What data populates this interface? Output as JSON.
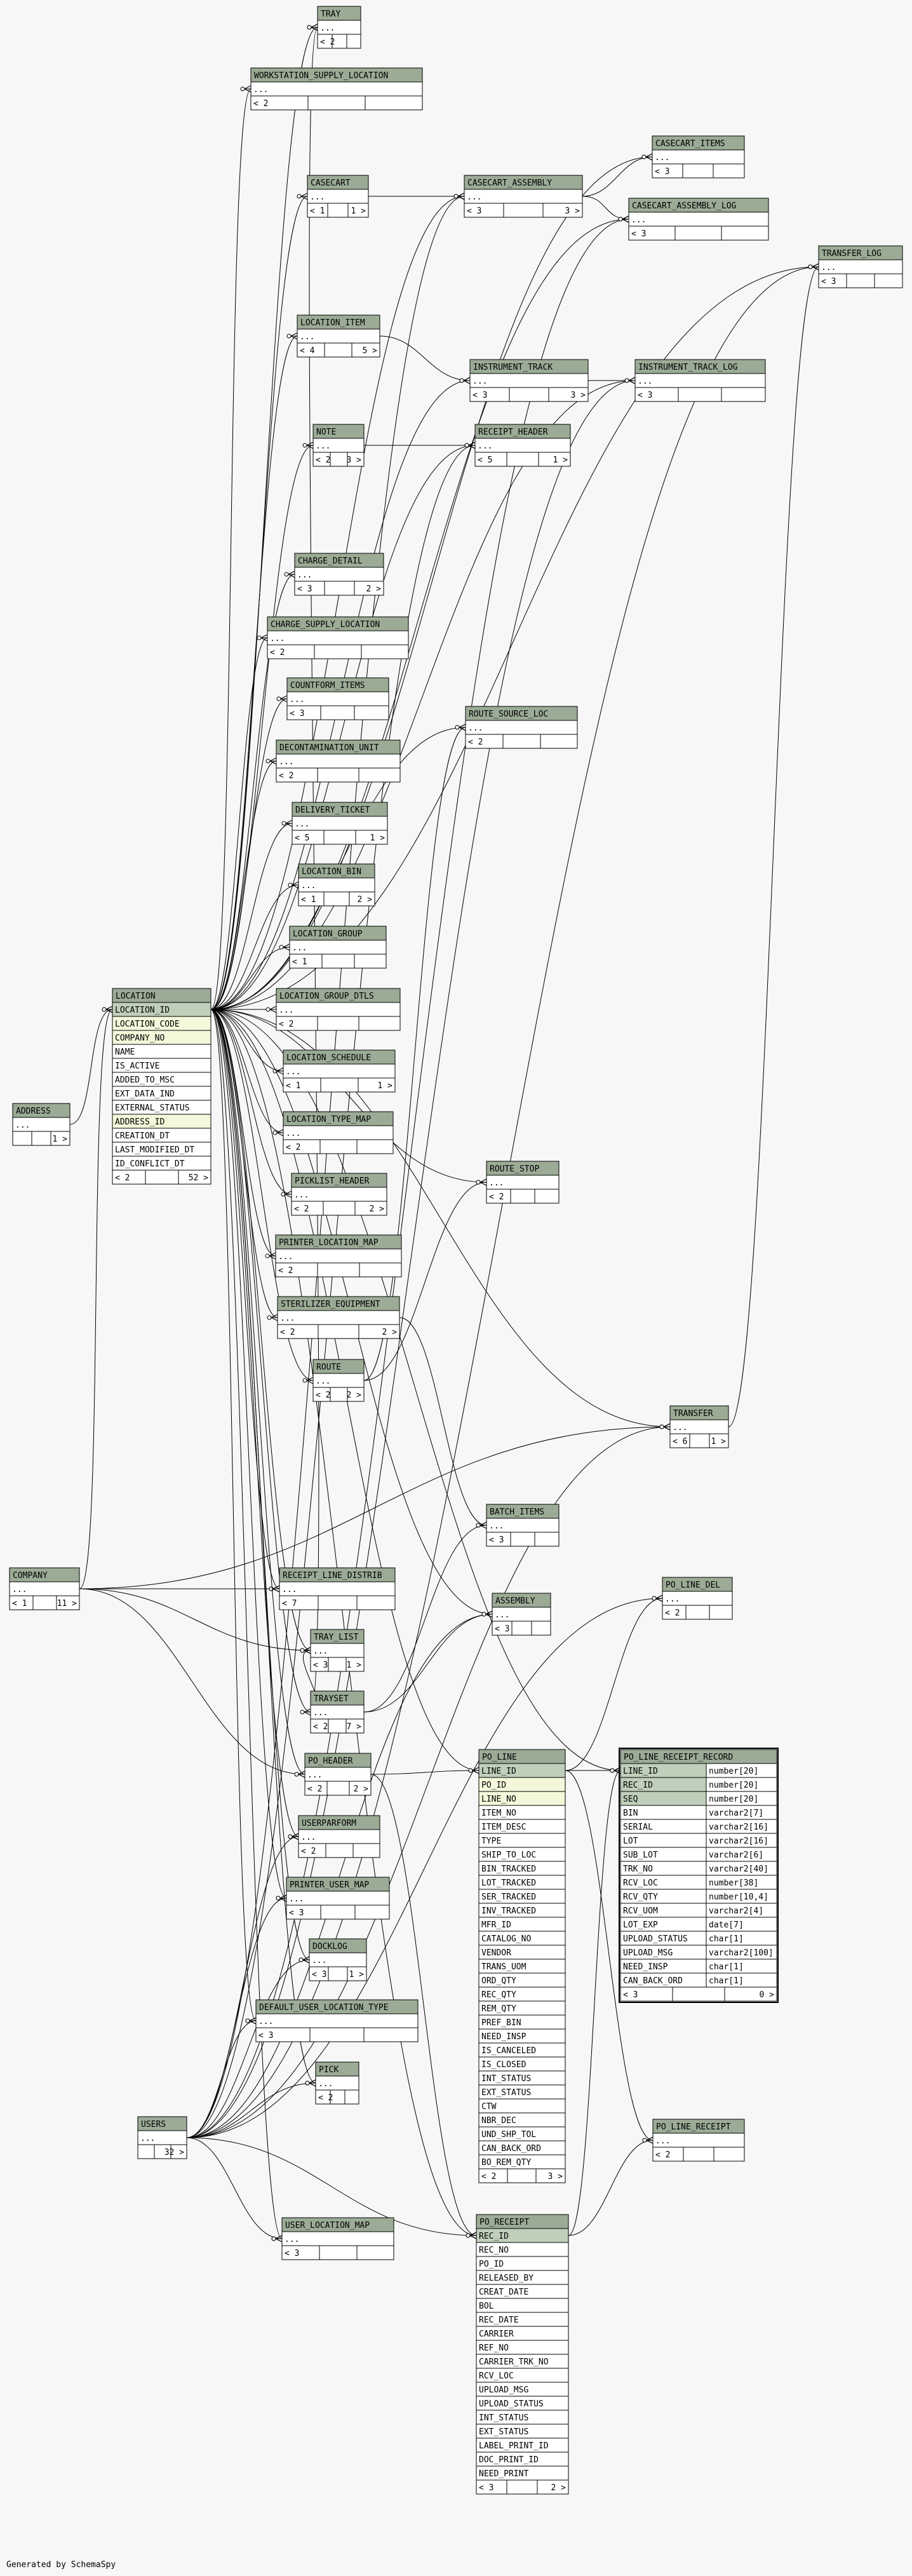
{
  "footer": "Generated by SchemaSpy",
  "colors": {
    "header": "#9bab96",
    "key_row": "#bfcfba",
    "index_row": "#f4f7da",
    "background": "#f7f7f7"
  },
  "tables": [
    {
      "id": "TRAY",
      "name": "TRAY",
      "columns": [
        "..."
      ],
      "parents": "< 2",
      "children": ""
    },
    {
      "id": "WORKSTATION_SUPPLY_LOCATION",
      "name": "WORKSTATION_SUPPLY_LOCATION",
      "columns": [
        "..."
      ],
      "parents": "< 2",
      "children": ""
    },
    {
      "id": "CASECART_ITEMS",
      "name": "CASECART_ITEMS",
      "columns": [
        "..."
      ],
      "parents": "< 3",
      "children": ""
    },
    {
      "id": "CASECART",
      "name": "CASECART",
      "columns": [
        "..."
      ],
      "parents": "< 1",
      "children": "1 >"
    },
    {
      "id": "CASECART_ASSEMBLY",
      "name": "CASECART_ASSEMBLY",
      "columns": [
        "..."
      ],
      "parents": "< 3",
      "children": "3 >"
    },
    {
      "id": "CASECART_ASSEMBLY_LOG",
      "name": "CASECART_ASSEMBLY_LOG",
      "columns": [
        "..."
      ],
      "parents": "< 3",
      "children": ""
    },
    {
      "id": "TRANSFER_LOG",
      "name": "TRANSFER_LOG",
      "columns": [
        "..."
      ],
      "parents": "< 3",
      "children": ""
    },
    {
      "id": "LOCATION_ITEM",
      "name": "LOCATION_ITEM",
      "columns": [
        "..."
      ],
      "parents": "< 4",
      "children": "5 >"
    },
    {
      "id": "INSTRUMENT_TRACK",
      "name": "INSTRUMENT_TRACK",
      "columns": [
        "..."
      ],
      "parents": "< 3",
      "children": "3 >"
    },
    {
      "id": "INSTRUMENT_TRACK_LOG",
      "name": "INSTRUMENT_TRACK_LOG",
      "columns": [
        "..."
      ],
      "parents": "< 3",
      "children": ""
    },
    {
      "id": "NOTE",
      "name": "NOTE",
      "columns": [
        "..."
      ],
      "parents": "< 2",
      "children": "3 >"
    },
    {
      "id": "RECEIPT_HEADER",
      "name": "RECEIPT_HEADER",
      "columns": [
        "..."
      ],
      "parents": "< 5",
      "children": "1 >"
    },
    {
      "id": "CHARGE_DETAIL",
      "name": "CHARGE_DETAIL",
      "columns": [
        "..."
      ],
      "parents": "< 3",
      "children": "2 >"
    },
    {
      "id": "CHARGE_SUPPLY_LOCATION",
      "name": "CHARGE_SUPPLY_LOCATION",
      "columns": [
        "..."
      ],
      "parents": "< 2",
      "children": ""
    },
    {
      "id": "COUNTFORM_ITEMS",
      "name": "COUNTFORM_ITEMS",
      "columns": [
        "..."
      ],
      "parents": "< 3",
      "children": ""
    },
    {
      "id": "ROUTE_SOURCE_LOC",
      "name": "ROUTE_SOURCE_LOC",
      "columns": [
        "..."
      ],
      "parents": "< 2",
      "children": ""
    },
    {
      "id": "DECONTAMINATION_UNIT",
      "name": "DECONTAMINATION_UNIT",
      "columns": [
        "..."
      ],
      "parents": "< 2",
      "children": ""
    },
    {
      "id": "DELIVERY_TICKET",
      "name": "DELIVERY_TICKET",
      "columns": [
        "..."
      ],
      "parents": "< 5",
      "children": "1 >"
    },
    {
      "id": "LOCATION_BIN",
      "name": "LOCATION_BIN",
      "columns": [
        "..."
      ],
      "parents": "< 1",
      "children": "2 >"
    },
    {
      "id": "LOCATION_GROUP",
      "name": "LOCATION_GROUP",
      "columns": [
        "..."
      ],
      "parents": "< 1",
      "children": ""
    },
    {
      "id": "LOCATION",
      "name": "LOCATION",
      "columns": [
        "LOCATION_ID",
        "LOCATION_CODE",
        "COMPANY_NO",
        "NAME",
        "IS_ACTIVE",
        "ADDED_TO_MSC",
        "EXT_DATA_IND",
        "EXTERNAL_STATUS",
        "ADDRESS_ID",
        "CREATION_DT",
        "LAST_MODIFIED_DT",
        "ID_CONFLICT_DT"
      ],
      "parents": "< 2",
      "children": "52 >"
    },
    {
      "id": "LOCATION_GROUP_DTLS",
      "name": "LOCATION_GROUP_DTLS",
      "columns": [
        "..."
      ],
      "parents": "< 2",
      "children": ""
    },
    {
      "id": "LOCATION_SCHEDULE",
      "name": "LOCATION_SCHEDULE",
      "columns": [
        "..."
      ],
      "parents": "< 1",
      "children": "1 >"
    },
    {
      "id": "ADDRESS",
      "name": "ADDRESS",
      "columns": [
        "..."
      ],
      "parents": "",
      "children": "1 >"
    },
    {
      "id": "LOCATION_TYPE_MAP",
      "name": "LOCATION_TYPE_MAP",
      "columns": [
        "..."
      ],
      "parents": "< 2",
      "children": ""
    },
    {
      "id": "PICKLIST_HEADER",
      "name": "PICKLIST_HEADER",
      "columns": [
        "..."
      ],
      "parents": "< 2",
      "children": "2 >"
    },
    {
      "id": "ROUTE_STOP",
      "name": "ROUTE_STOP",
      "columns": [
        "..."
      ],
      "parents": "< 2",
      "children": ""
    },
    {
      "id": "PRINTER_LOCATION_MAP",
      "name": "PRINTER_LOCATION_MAP",
      "columns": [
        "..."
      ],
      "parents": "< 2",
      "children": ""
    },
    {
      "id": "STERILIZER_EQUIPMENT",
      "name": "STERILIZER_EQUIPMENT",
      "columns": [
        "..."
      ],
      "parents": "< 2",
      "children": "2 >"
    },
    {
      "id": "ROUTE",
      "name": "ROUTE",
      "columns": [
        "..."
      ],
      "parents": "< 2",
      "children": "2 >"
    },
    {
      "id": "TRANSFER",
      "name": "TRANSFER",
      "columns": [
        "..."
      ],
      "parents": "< 6",
      "children": "1 >"
    },
    {
      "id": "BATCH_ITEMS",
      "name": "BATCH_ITEMS",
      "columns": [
        "..."
      ],
      "parents": "< 3",
      "children": ""
    },
    {
      "id": "COMPANY",
      "name": "COMPANY",
      "columns": [
        "..."
      ],
      "parents": "< 1",
      "children": "11 >"
    },
    {
      "id": "RECEIPT_LINE_DISTRIB",
      "name": "RECEIPT_LINE_DISTRIB",
      "columns": [
        "..."
      ],
      "parents": "< 7",
      "children": ""
    },
    {
      "id": "PO_LINE_DEL",
      "name": "PO_LINE_DEL",
      "columns": [
        "..."
      ],
      "parents": "< 2",
      "children": ""
    },
    {
      "id": "ASSEMBLY",
      "name": "ASSEMBLY",
      "columns": [
        "..."
      ],
      "parents": "< 3",
      "children": ""
    },
    {
      "id": "TRAY_LIST",
      "name": "TRAY_LIST",
      "columns": [
        "..."
      ],
      "parents": "< 3",
      "children": "1 >"
    },
    {
      "id": "TRAYSET",
      "name": "TRAYSET",
      "columns": [
        "..."
      ],
      "parents": "< 2",
      "children": "7 >"
    },
    {
      "id": "PO_LINE",
      "name": "PO_LINE",
      "columns": [
        "LINE_ID",
        "PO_ID",
        "LINE_NO",
        "ITEM_NO",
        "ITEM_DESC",
        "TYPE",
        "SHIP_TO_LOC",
        "BIN_TRACKED",
        "LOT_TRACKED",
        "SER_TRACKED",
        "INV_TRACKED",
        "MFR_ID",
        "CATALOG_NO",
        "VENDOR",
        "TRANS_UOM",
        "ORD_QTY",
        "REC_QTY",
        "REM_QTY",
        "PREF_BIN",
        "NEED_INSP",
        "IS_CANCELED",
        "IS_CLOSED",
        "INT_STATUS",
        "EXT_STATUS",
        "CTW",
        "NBR_DEC",
        "UND_SHP_TOL",
        "CAN_BACK_ORD",
        "BO_REM_QTY"
      ],
      "parents": "< 2",
      "children": "3 >"
    },
    {
      "id": "PO_HEADER",
      "name": "PO_HEADER",
      "columns": [
        "..."
      ],
      "parents": "< 2",
      "children": "2 >"
    },
    {
      "id": "USERPARFORM",
      "name": "USERPARFORM",
      "columns": [
        "..."
      ],
      "parents": "< 2",
      "children": ""
    },
    {
      "id": "PRINTER_USER_MAP",
      "name": "PRINTER_USER_MAP",
      "columns": [
        "..."
      ],
      "parents": "< 3",
      "children": ""
    },
    {
      "id": "DOCKLOG",
      "name": "DOCKLOG",
      "columns": [
        "..."
      ],
      "parents": "< 3",
      "children": "1 >"
    },
    {
      "id": "DEFAULT_USER_LOCATION_TYPE",
      "name": "DEFAULT_USER_LOCATION_TYPE",
      "columns": [
        "..."
      ],
      "parents": "< 3",
      "children": ""
    },
    {
      "id": "PICK",
      "name": "PICK",
      "columns": [
        "..."
      ],
      "parents": "< 2",
      "children": ""
    },
    {
      "id": "USERS",
      "name": "USERS",
      "columns": [
        "..."
      ],
      "parents": "",
      "children": "32 >"
    },
    {
      "id": "PO_LINE_RECEIPT",
      "name": "PO_LINE_RECEIPT",
      "columns": [
        "..."
      ],
      "parents": "< 2",
      "children": ""
    },
    {
      "id": "USER_LOCATION_MAP",
      "name": "USER_LOCATION_MAP",
      "columns": [
        "..."
      ],
      "parents": "< 3",
      "children": ""
    },
    {
      "id": "PO_RECEIPT",
      "name": "PO_RECEIPT",
      "columns": [
        "REC_ID",
        "REC_NO",
        "PO_ID",
        "RELEASED_BY",
        "CREAT_DATE",
        "BOL",
        "REC_DATE",
        "CARRIER",
        "REF_NO",
        "CARRIER_TRK_NO",
        "RCV_LOC",
        "UPLOAD_MSG",
        "UPLOAD_STATUS",
        "INT_STATUS",
        "EXT_STATUS",
        "LABEL_PRINT_ID",
        "DOC_PRINT_ID",
        "NEED_PRINT"
      ],
      "parents": "< 3",
      "children": "2 >"
    }
  ],
  "focus_table": {
    "id": "PO_LINE_RECEIPT_RECORD",
    "name": "PO_LINE_RECEIPT_RECORD",
    "columns": [
      [
        "LINE_ID",
        "number[20]"
      ],
      [
        "REC_ID",
        "number[20]"
      ],
      [
        "SEQ",
        "number[20]"
      ],
      [
        "BIN",
        "varchar2[7]"
      ],
      [
        "SERIAL",
        "varchar2[16]"
      ],
      [
        "LOT",
        "varchar2[16]"
      ],
      [
        "SUB_LOT",
        "varchar2[6]"
      ],
      [
        "TRK_NO",
        "varchar2[40]"
      ],
      [
        "RCV_LOC",
        "number[38]"
      ],
      [
        "RCV_QTY",
        "number[10,4]"
      ],
      [
        "RCV_UOM",
        "varchar2[4]"
      ],
      [
        "LOT_EXP",
        "date[7]"
      ],
      [
        "UPLOAD_STATUS",
        "char[1]"
      ],
      [
        "UPLOAD_MSG",
        "varchar2[100]"
      ],
      [
        "NEED_INSP",
        "char[1]"
      ],
      [
        "CAN_BACK_ORD",
        "char[1]"
      ]
    ],
    "parents": "< 3",
    "children": "0 >"
  }
}
